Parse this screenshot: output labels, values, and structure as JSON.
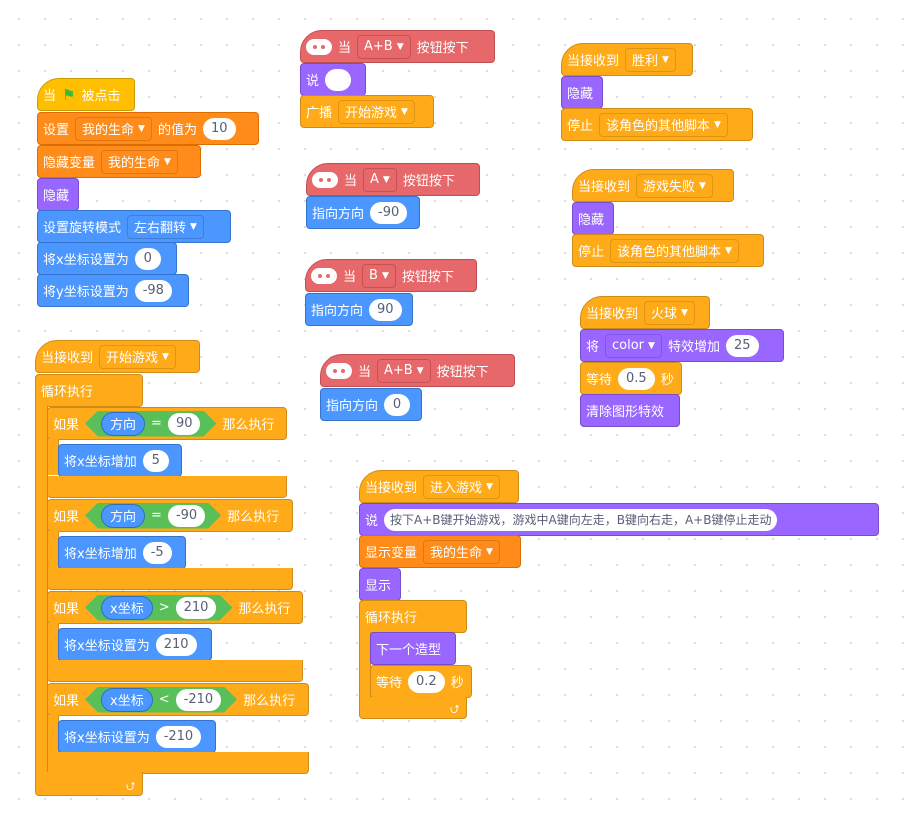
{
  "colors": {
    "events": "#ffbf00",
    "event_broadcast": "#ffab19",
    "looks": "#9966ff",
    "motion": "#4c97ff",
    "variables": "#ff8c1a",
    "control": "#ffab19",
    "operators": "#59c059",
    "extension": "#e6686a"
  },
  "icons": {
    "green_flag": "green-flag-icon",
    "microbit": "microbit-icon",
    "dropdown": "dropdown-caret-icon",
    "loop_arrow": "loop-arrow-icon"
  },
  "script_flag": {
    "hat_when": "当",
    "hat_clicked": "被点击",
    "set_label": "设置",
    "set_var": "我的生命",
    "set_to": "的值为",
    "set_value": "10",
    "hide_var_label": "隐藏变量",
    "hide_var_name": "我的生命",
    "hide_label": "隐藏",
    "rotation_label": "设置旋转模式",
    "rotation_value": "左右翻转",
    "set_x_label": "将x坐标设置为",
    "set_x_value": "0",
    "set_y_label": "将y坐标设置为",
    "set_y_value": "-98"
  },
  "script_start_game": {
    "hat_label": "当接收到",
    "hat_message": "开始游戏",
    "forever_label": "循环执行",
    "if_label": "如果",
    "then_label": "那么执行",
    "if1": {
      "reporter": "方向",
      "op": "=",
      "value": "90",
      "body_label": "将x坐标增加",
      "body_value": "5"
    },
    "if2": {
      "reporter": "方向",
      "op": "=",
      "value": "-90",
      "body_label": "将x坐标增加",
      "body_value": "-5"
    },
    "if3": {
      "reporter": "x坐标",
      "op": ">",
      "value": "210",
      "body_label": "将x坐标设置为",
      "body_value": "210"
    },
    "if4": {
      "reporter": "x坐标",
      "op": "<",
      "value": "-210",
      "body_label": "将x坐标设置为",
      "body_value": "-210"
    }
  },
  "script_ab_start": {
    "when_label": "当",
    "button": "A+B",
    "pressed_label": "按钮按下",
    "say_label": "说",
    "say_value": "",
    "broadcast_label": "广播",
    "broadcast_message": "开始游戏"
  },
  "script_a": {
    "when_label": "当",
    "button": "A",
    "pressed_label": "按钮按下",
    "point_label": "指向方向",
    "point_value": "-90"
  },
  "script_b": {
    "when_label": "当",
    "button": "B",
    "pressed_label": "按钮按下",
    "point_label": "指向方向",
    "point_value": "90"
  },
  "script_ab_stop": {
    "when_label": "当",
    "button": "A+B",
    "pressed_label": "按钮按下",
    "point_label": "指向方向",
    "point_value": "0"
  },
  "script_win": {
    "hat_label": "当接收到",
    "hat_message": "胜利",
    "hide_label": "隐藏",
    "stop_label": "停止",
    "stop_option": "该角色的其他脚本"
  },
  "script_lose": {
    "hat_label": "当接收到",
    "hat_message": "游戏失败",
    "hide_label": "隐藏",
    "stop_label": "停止",
    "stop_option": "该角色的其他脚本"
  },
  "script_fireball": {
    "hat_label": "当接收到",
    "hat_message": "火球",
    "change_label": "将",
    "effect": "color",
    "change_by": "特效增加",
    "change_value": "25",
    "wait_label": "等待",
    "wait_value": "0.5",
    "wait_unit": "秒",
    "clear_label": "清除图形特效"
  },
  "script_enter": {
    "hat_label": "当接收到",
    "hat_message": "进入游戏",
    "say_label": "说",
    "say_value": "按下A+B键开始游戏，游戏中A键向左走，B键向右走，A+B键停止走动",
    "show_var_label": "显示变量",
    "show_var_name": "我的生命",
    "show_label": "显示",
    "forever_label": "循环执行",
    "next_costume_label": "下一个造型",
    "wait_label": "等待",
    "wait_value": "0.2",
    "wait_unit": "秒"
  }
}
